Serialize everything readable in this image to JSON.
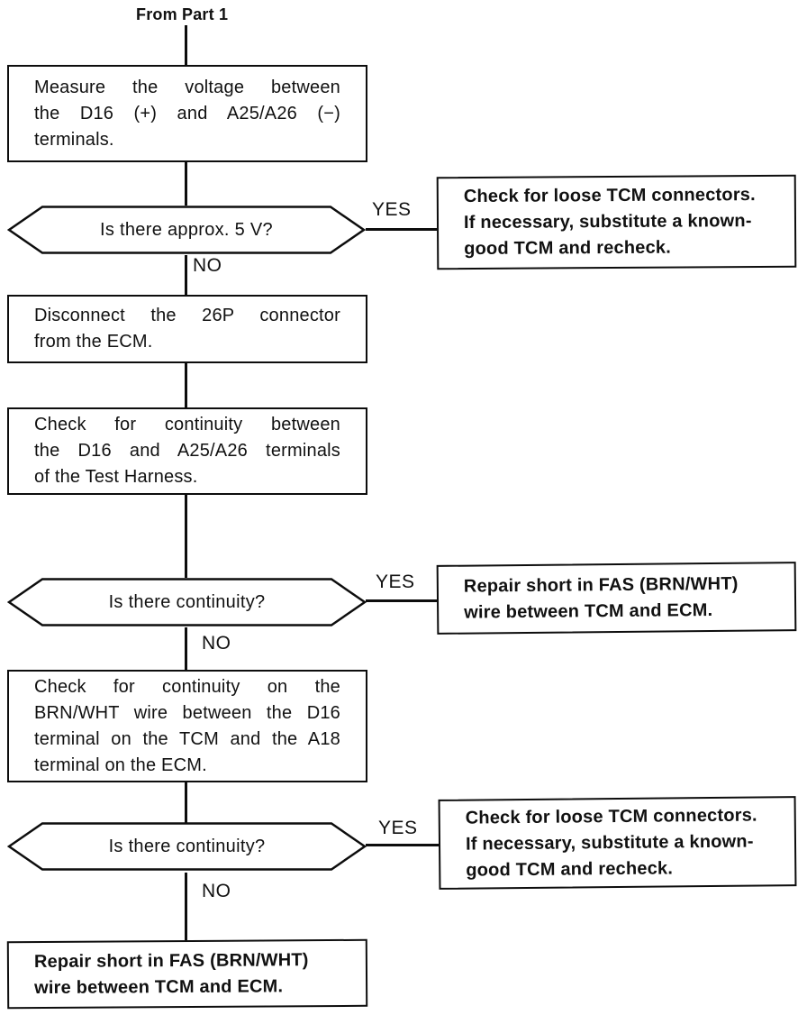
{
  "meta": {
    "diagram_type": "troubleshooting-flowchart",
    "ink_color": "#0d0d0d",
    "background_color": "#ffffff"
  },
  "labels": {
    "yes": "YES",
    "no": "NO"
  },
  "flow": {
    "start_label": "From Part 1",
    "measure_voltage": {
      "lines": [
        "Measure the voltage between",
        "the D16 (+) and A25/A26 (−)",
        "terminals."
      ]
    },
    "decision_5v": {
      "question": "Is there approx. 5 V?"
    },
    "check_loose_tcm_1": {
      "lines": [
        "Check for loose TCM connectors.",
        "If necessary, substitute a known-",
        "good TCM and recheck."
      ]
    },
    "disconnect_26p": {
      "lines": [
        "Disconnect the 26P connector",
        "from the ECM."
      ]
    },
    "check_continuity_harness": {
      "lines": [
        "Check for continuity between",
        "the D16 and A25/A26 terminals",
        "of the Test Harness."
      ]
    },
    "decision_continuity_1": {
      "question": "Is there continuity?"
    },
    "repair_short_1": {
      "lines": [
        "Repair short in FAS (BRN/WHT)",
        "wire between TCM and ECM."
      ]
    },
    "check_continuity_wire": {
      "lines": [
        "Check for continuity on the",
        "BRN/WHT wire between the D16",
        "terminal on the TCM and the A18",
        "terminal on the ECM."
      ]
    },
    "decision_continuity_2": {
      "question": "Is there continuity?"
    },
    "check_loose_tcm_2": {
      "lines": [
        "Check for loose TCM connectors.",
        "If necessary, substitute a known-",
        "good TCM and recheck."
      ]
    },
    "repair_short_2": {
      "lines": [
        "Repair short in FAS (BRN/WHT)",
        "wire between TCM and ECM."
      ]
    }
  }
}
